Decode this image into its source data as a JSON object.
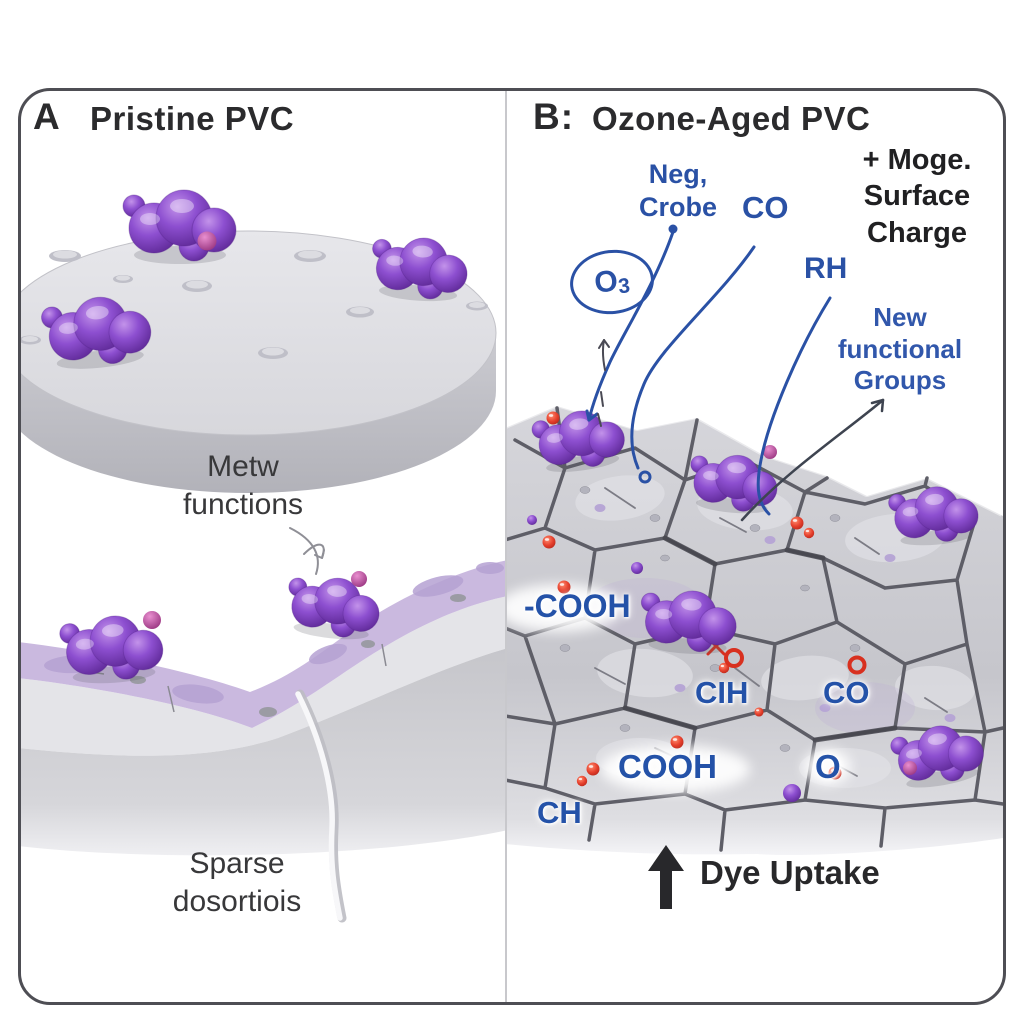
{
  "panel_a": {
    "label": "A",
    "title": "Pristine PVC",
    "mid_caption": {
      "line1": "Metw",
      "line2": "functions"
    },
    "bottom_caption": {
      "line1": "Sparse",
      "line2": "dosortiois"
    }
  },
  "panel_b": {
    "label": "B:",
    "title": "Ozone-Aged PVC",
    "charge_note": {
      "line1": "+ Moge.",
      "line2": "Surface",
      "line3": "Charge"
    },
    "neg_note": {
      "line1": "Neg,",
      "line2": "Crobe"
    },
    "co_note": "CO",
    "ozone": {
      "symbol": "O",
      "subscript": "3"
    },
    "rh_note": "RH",
    "groups_note": {
      "line1": "New",
      "line2": "functional",
      "line3": "Groups"
    },
    "surface_groups": {
      "cooh_left": "-COOH",
      "cih": "CIH",
      "co": "CO",
      "cooh_center": "COOH",
      "o": "O",
      "ch": "CH"
    },
    "dye_uptake_label": "Dye Uptake"
  },
  "colors": {
    "annotation_blue": "#2a51a5",
    "chem_label_blue": "#2452a8",
    "molecule_purple": "#8a4ecb",
    "functional_red": "#d8301f",
    "lavender_band": "#cab9df",
    "rock_gray": "#cbcbd1",
    "frame_border": "#4e4e54",
    "text_dark": "#2b2b2d"
  }
}
